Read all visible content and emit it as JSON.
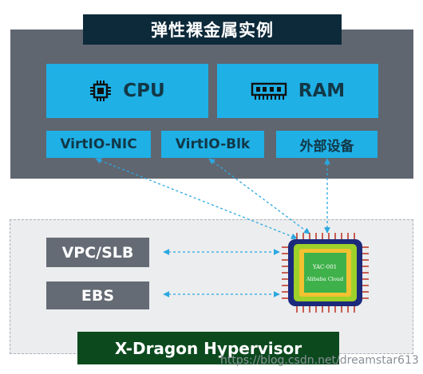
{
  "title": "弹性裸金属实例",
  "components": {
    "cpu": "CPU",
    "ram": "RAM",
    "virtio_nic": "VirtIO-NIC",
    "virtio_blk": "VirtIO-Blk",
    "external_device": "外部设备"
  },
  "hypervisor_side": {
    "vpc_slb": "VPC/SLB",
    "ebs": "EBS",
    "label": "X-Dragon Hypervisor"
  },
  "chip": {
    "model": "YAC-001",
    "brand": "Alibaba Cloud"
  },
  "watermark": "https://blog.csdn.net/dreamstar613",
  "colors": {
    "panel_gray": "#5f6670",
    "title_bg": "#0d2a3a",
    "block_blue": "#1fb0e6",
    "hypervisor_green": "#0c4a1e",
    "connector": "#2aa8e0",
    "chip_outer": "#1b2a7a",
    "chip_lime": "#9ed12a",
    "chip_core": "#f2c230"
  }
}
